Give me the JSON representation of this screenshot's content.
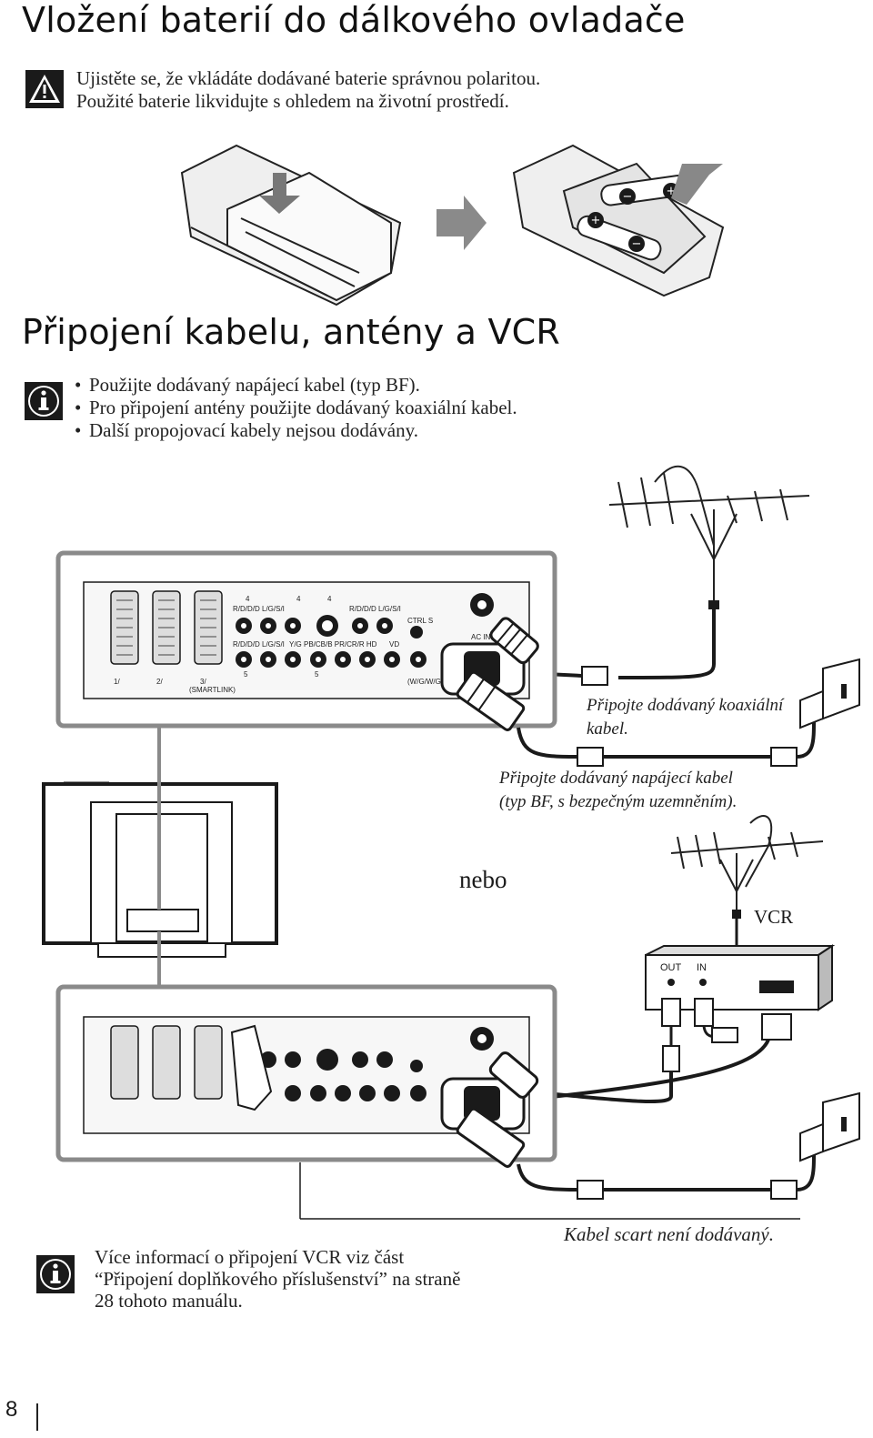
{
  "section1": {
    "title": "Vložení baterií do dálkového ovladače",
    "warning_lines": [
      "Ujistěte se, že vkládáte dodávané baterie správnou polaritou.",
      "Použité baterie likvidujte s ohledem na životní prostředí."
    ],
    "icon": "warning-triangle-icon"
  },
  "section2": {
    "title": "Připojení kabelu, antény a VCR",
    "bullets": [
      "Použijte dodávaný napájecí kabel (typ BF).",
      "Pro připojení antény použijte dodávaný koaxiální kabel.",
      "Další propojovací kabely nejsou dodávány."
    ],
    "icon": "info-icon"
  },
  "diagram": {
    "caption_coax": [
      "Připojte dodávaný koaxiální",
      "kabel."
    ],
    "caption_power": [
      "Připojte dodávaný napájecí kabel",
      "(typ BF, s bezpečným uzemněním)."
    ],
    "or_label": "nebo",
    "vcr_label": "VCR",
    "vcr_out": "OUT",
    "vcr_in": "IN",
    "scart_note": "Kabel scart není dodávaný.",
    "panel_labels": {
      "in4a": "4",
      "in4b": "4",
      "in4c": "4",
      "rgb_top": "R/D/D/D  L/G/S/I",
      "rgb_top2": "R/D/D/D  L/G/S/I",
      "rgb_bot": "R/D/D/D  L/G/S/I",
      "component": "Y/G   PB/CB/B  PR/CR/R  HD",
      "vd": "VD",
      "ctrl_s": "CTRL S",
      "ac_in": "AC IN",
      "in5a": "5",
      "in5b": "5",
      "wg": "(W/G/W/G)",
      "scart1": "1/",
      "scart2": "2/",
      "scart3": "3/",
      "smartlink": "(SMARTLINK)"
    }
  },
  "footer_note": {
    "lines": [
      "Více informací o připojení VCR viz část",
      "“Připojení doplňkového příslušenství” na straně",
      "28 tohoto manuálu."
    ],
    "icon": "info-icon"
  },
  "page_number": "8"
}
